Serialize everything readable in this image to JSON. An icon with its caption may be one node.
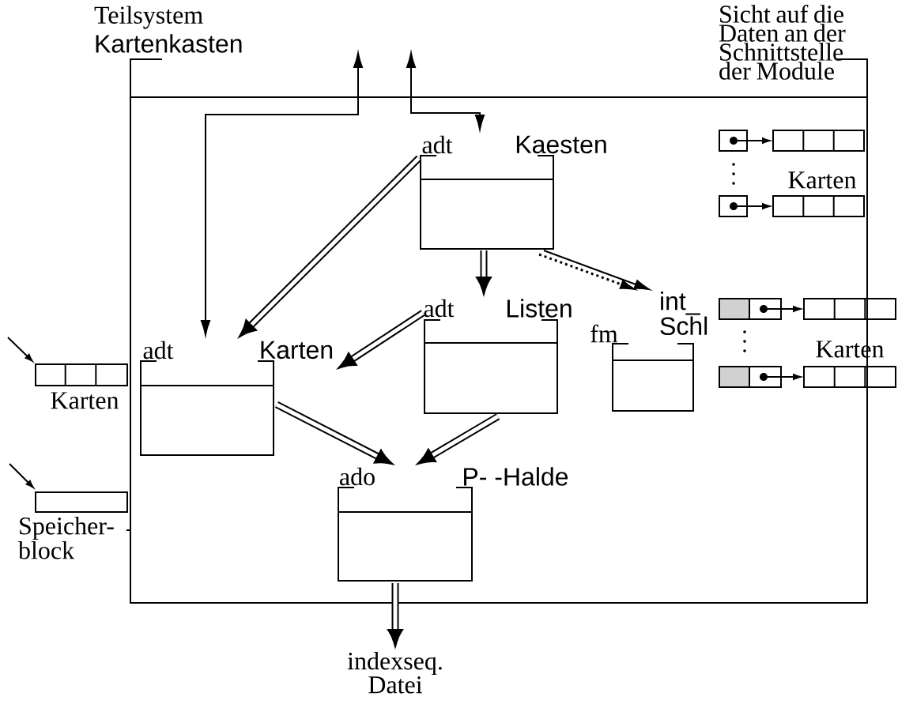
{
  "diagram": {
    "nodes": [
      {
        "text": [
          "Teilsystem",
          "Kartenkasten"
        ]
      },
      {
        "text": [
          "adt",
          "Kaesten"
        ],
        "in": 0
      },
      {
        "text": [
          "adt",
          "Karten"
        ],
        "in": 0
      },
      {
        "text": [
          "adt",
          "Listen"
        ],
        "in": 0
      },
      {
        "text": [
          "fm",
          "int_ Schl"
        ],
        "in": 0
      },
      {
        "text": [
          "ado",
          "P- -Halde"
        ],
        "in": 0
      },
      {
        "text": [
          "indexseq. Datei"
        ]
      },
      {
        "text": [],
        "shape": "box",
        "beside": [
          "Karten"
        ]
      },
      {
        "text": [],
        "shape": "box",
        "beside": [
          "Speicher- block"
        ]
      }
    ],
    "edges": [
      {
        "from": null,
        "to": 2,
        "arrow": "both"
      },
      {
        "from": null,
        "to": 1,
        "arrow": "both"
      },
      {
        "from": 1,
        "to": 2,
        "arrow": "to",
        "style": "thick"
      },
      {
        "from": 1,
        "to": 3,
        "arrow": "to",
        "style": "thick"
      },
      {
        "from": 3,
        "to": 2,
        "arrow": "to",
        "style": "thick"
      },
      {
        "from": 1,
        "to": 4,
        "arrow": "to"
      },
      {
        "from": 1,
        "to": 4,
        "arrow": "to",
        "style": "dashed"
      },
      {
        "from": 2,
        "to": 5,
        "arrow": "to",
        "style": "thick"
      },
      {
        "from": 3,
        "to": 5,
        "arrow": "to",
        "style": "thick"
      },
      {
        "from": 5,
        "to": 6,
        "arrow": "to",
        "style": "thick"
      },
      {
        "from": null,
        "to": 7,
        "arrow": "to"
      },
      {
        "from": null,
        "to": 8,
        "arrow": "to"
      }
    ],
    "labels": [
      "Sicht auf die Daten an der Schnittstelle der Module",
      "Karten",
      "Karten"
    ]
  }
}
